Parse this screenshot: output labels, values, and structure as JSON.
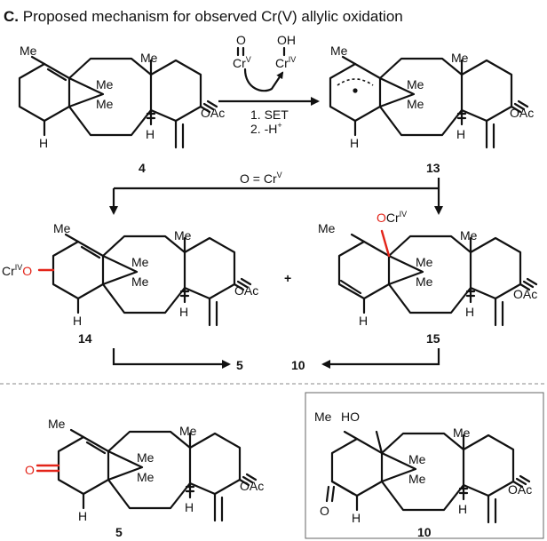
{
  "title": {
    "letter": "C.",
    "text": "Proposed mechanism for observed Cr(V) allylic oxidation"
  },
  "reagents_top": {
    "o_label": "O",
    "cr_v": "Cr",
    "cr_v_ox": "V",
    "oh_label": "OH",
    "cr_iv": "Cr",
    "cr_iv_ox": "IV",
    "step1": "1. SET",
    "step2": "2. -H",
    "step2_sup": "+"
  },
  "branch_reagent": {
    "text": "O = Cr",
    "ox": "V"
  },
  "substituents": {
    "me": "Me",
    "h": "H",
    "oac": "OAc",
    "o": "O",
    "ho": "HO",
    "cr": "Cr",
    "iv": "IV"
  },
  "compounds": {
    "c4": "4",
    "c13": "13",
    "c14": "14",
    "c15": "15",
    "c5": "5",
    "c10": "10"
  },
  "plus": "+",
  "results": {
    "left_product": "5",
    "right_product": "10"
  },
  "colors": {
    "text": "#111111",
    "highlight": "#e32419",
    "divider": "#888888"
  }
}
